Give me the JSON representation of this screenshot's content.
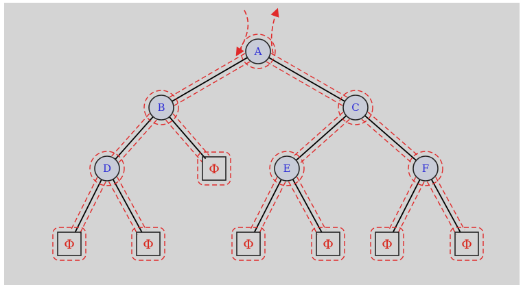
{
  "colors": {
    "background": "#d4d4d4",
    "frame": "#ffffff",
    "edge": "#000000",
    "node_fill": "#c8ccd8",
    "node_stroke": "#222222",
    "node_text": "#2b2bd6",
    "null_text": "#d8281e",
    "traversal_path": "#e02a2a"
  },
  "tree": {
    "nodes": [
      {
        "id": "A",
        "label": "A"
      },
      {
        "id": "B",
        "label": "B"
      },
      {
        "id": "C",
        "label": "C"
      },
      {
        "id": "D",
        "label": "D"
      },
      {
        "id": "E",
        "label": "E"
      },
      {
        "id": "F",
        "label": "F"
      }
    ],
    "null_symbol": "Φ",
    "null_nodes": [
      {
        "id": "n1",
        "parent": "B",
        "label": "Φ"
      },
      {
        "id": "n2",
        "parent": "D",
        "label": "Φ"
      },
      {
        "id": "n3",
        "parent": "D",
        "label": "Φ"
      },
      {
        "id": "n4",
        "parent": "E",
        "label": "Φ"
      },
      {
        "id": "n5",
        "parent": "E",
        "label": "Φ"
      },
      {
        "id": "n6",
        "parent": "F",
        "label": "Φ"
      },
      {
        "id": "n7",
        "parent": "F",
        "label": "Φ"
      }
    ],
    "edges": [
      [
        "A",
        "B"
      ],
      [
        "A",
        "C"
      ],
      [
        "B",
        "D"
      ],
      [
        "B",
        "n1"
      ],
      [
        "D",
        "n2"
      ],
      [
        "D",
        "n3"
      ],
      [
        "C",
        "E"
      ],
      [
        "C",
        "F"
      ],
      [
        "E",
        "n4"
      ],
      [
        "E",
        "n5"
      ],
      [
        "F",
        "n6"
      ],
      [
        "F",
        "n7"
      ]
    ]
  }
}
